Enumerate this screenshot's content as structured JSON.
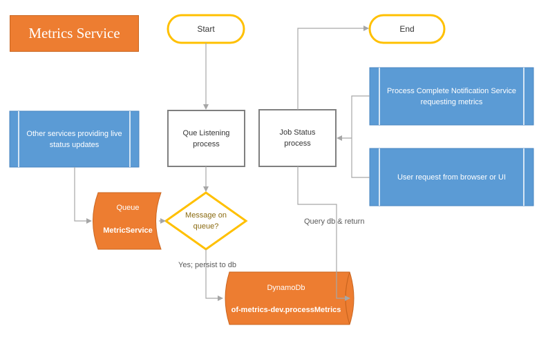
{
  "title": "Metrics Service",
  "nodes": {
    "start": "Start",
    "end": "End",
    "que_listening": "Que Listening process",
    "job_status": "Job Status process",
    "process_complete": "Process Complete Notification Service requesting metrics",
    "user_request": "User request from browser or UI",
    "other_services": "Other services providing live status updates",
    "queue_title": "Queue",
    "queue_name": "MetricService",
    "decision": "Message on queue?",
    "db_title": "DynamoDb",
    "db_name": "of-metrics-dev.processMetrics"
  },
  "edges": {
    "yes_persist": "Yes; persist to db",
    "query_db": "Query db & return"
  },
  "colors": {
    "orange": "#ed7d31",
    "blue": "#5b9bd5",
    "gold": "#ffc000",
    "gray": "#7f7f7f",
    "arrow": "#a6a6a6"
  }
}
